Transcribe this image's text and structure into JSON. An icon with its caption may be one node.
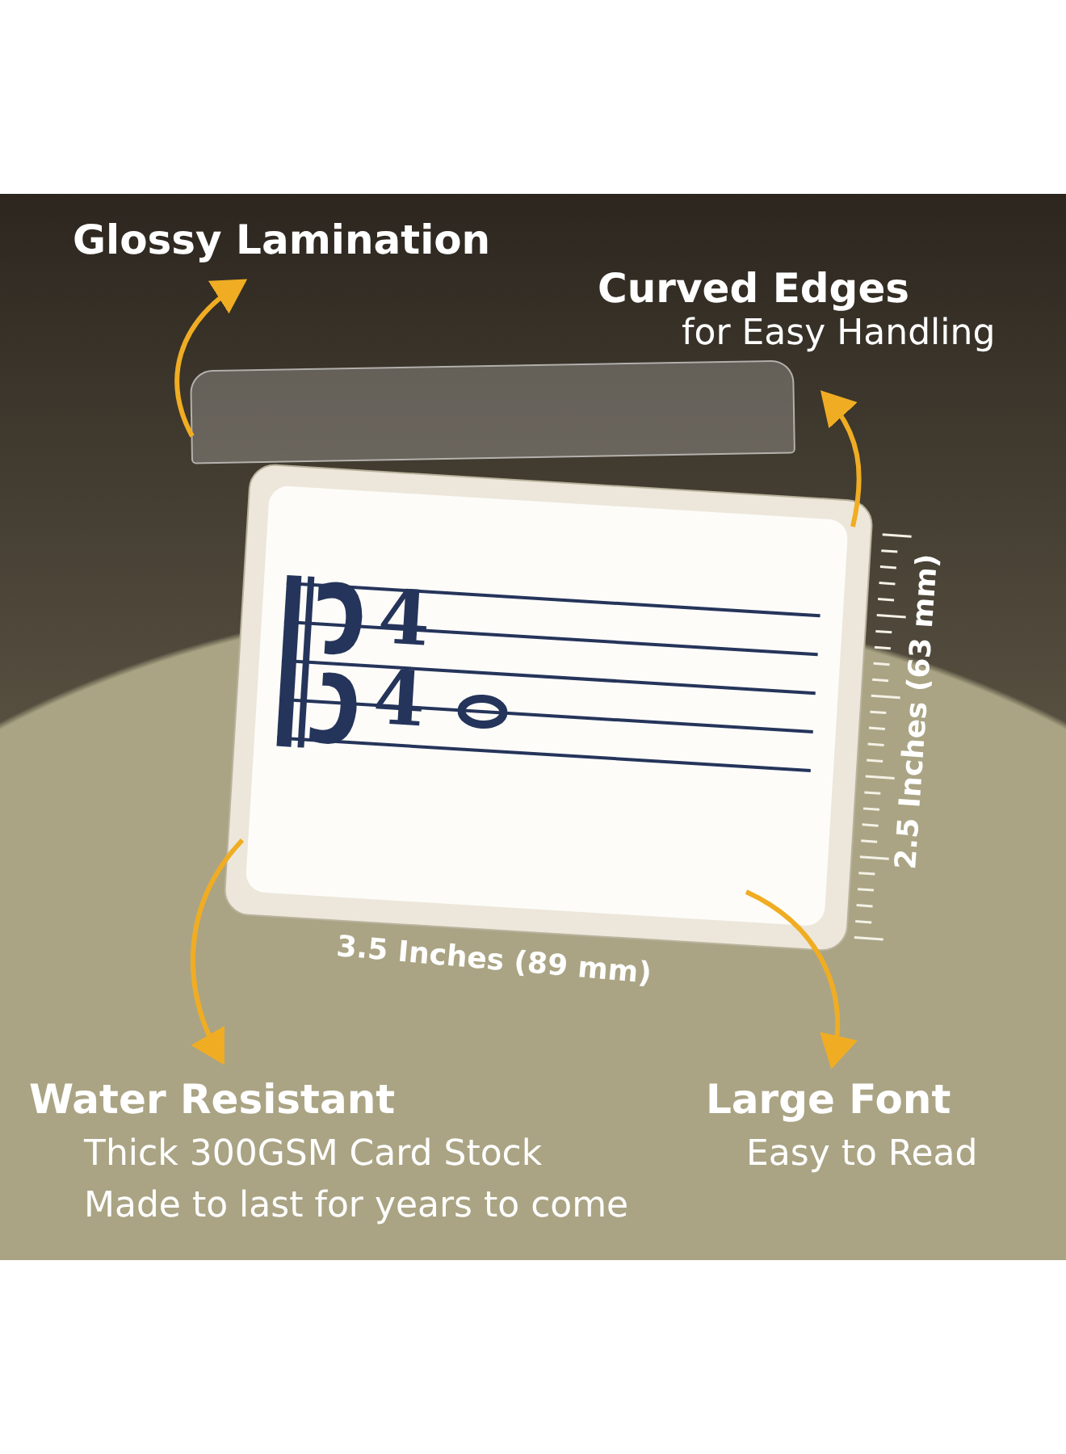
{
  "diagram": {
    "nodes": [
      {
        "text": [
          "Glossy Lamination"
        ]
      },
      {
        "text": [
          "Curved Edges",
          "for Easy Handling"
        ]
      },
      {
        "text": [
          "Water Resistant",
          "Thick 300GSM Card Stock",
          "Made to last for years to come"
        ]
      },
      {
        "text": [
          "Large Font",
          "Easy to Read"
        ]
      },
      {
        "text": [],
        "shape": "box"
      },
      {
        "text": [],
        "shape": "picture"
      }
    ],
    "edges": [
      {
        "from": 4,
        "to": 0,
        "arrow": "to"
      },
      {
        "from": 5,
        "to": 1,
        "arrow": "to"
      },
      {
        "from": 5,
        "to": 2,
        "arrow": "to"
      },
      {
        "from": 5,
        "to": 3,
        "arrow": "to"
      }
    ],
    "labels": [
      "4",
      "4",
      "3.5 Inches (89 mm)",
      "2.5 Inches (63 mm)"
    ]
  }
}
